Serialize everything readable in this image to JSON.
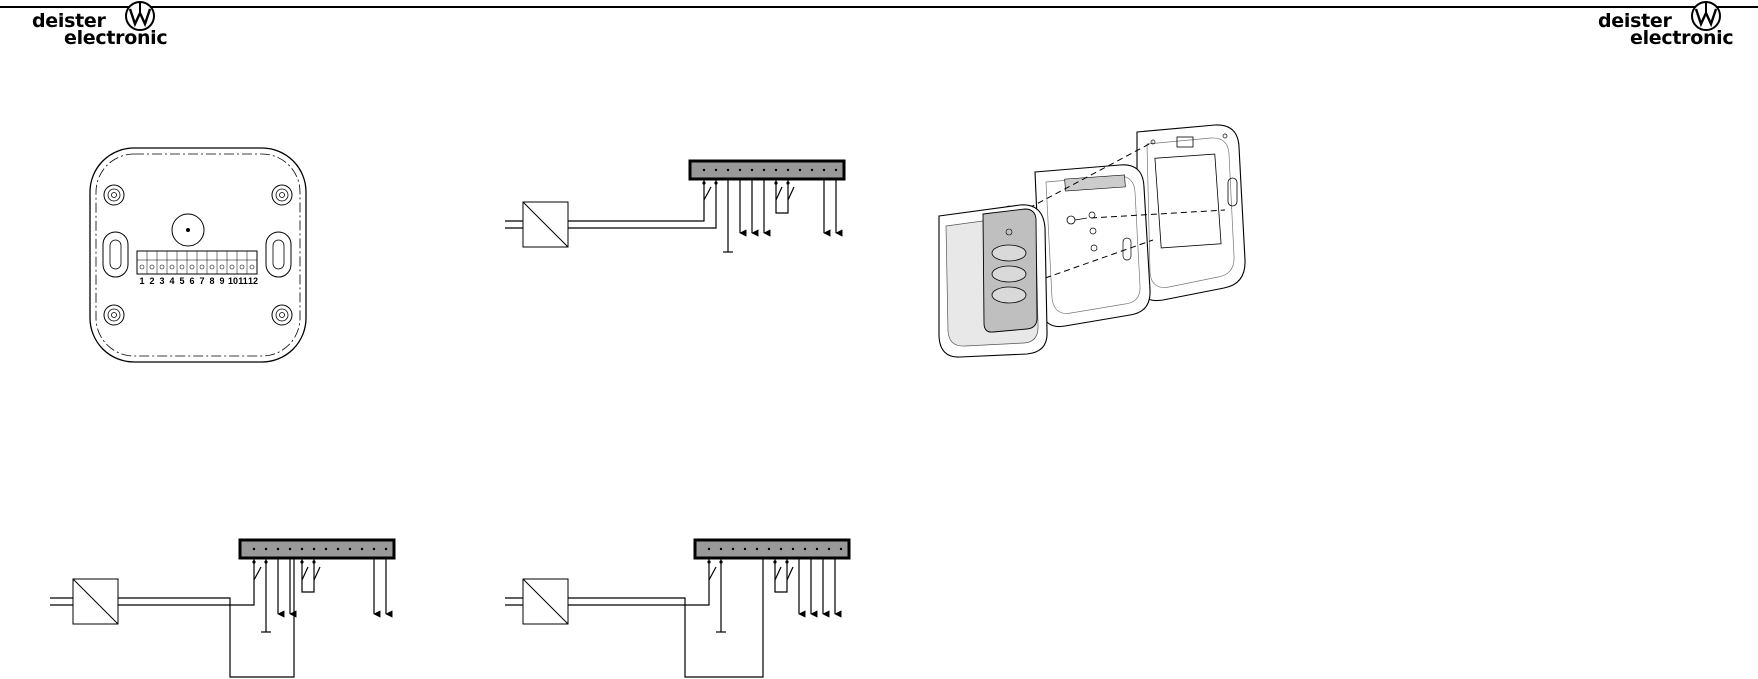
{
  "brand": {
    "name_line1": "deister",
    "name_line2": "electronic"
  },
  "device_front": {
    "terminal_numbers": [
      "1",
      "2",
      "3",
      "4",
      "5",
      "6",
      "7",
      "8",
      "9",
      "10",
      "11",
      "12"
    ]
  },
  "colors": {
    "line": "#000000",
    "terminal_strip": "#999999",
    "device_grey": "#bfbfbf"
  },
  "icons": {
    "logo_seal": "deister-w-seal-icon",
    "power_supply": "power-supply-box-icon",
    "output_arrow": "arrow-down-icon"
  }
}
